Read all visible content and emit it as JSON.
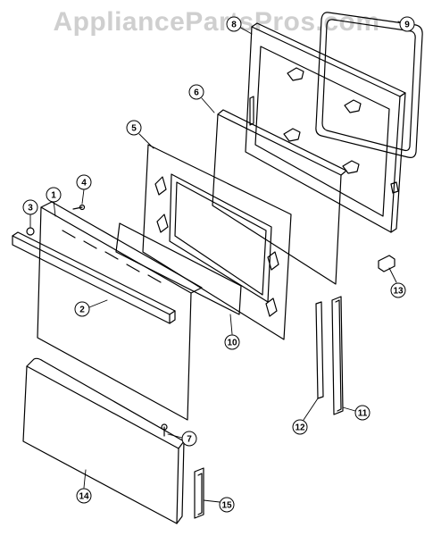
{
  "watermark": "AppliancePartsPros.com",
  "callouts": [
    {
      "id": "1",
      "label": "1"
    },
    {
      "id": "2",
      "label": "2"
    },
    {
      "id": "3",
      "label": "3"
    },
    {
      "id": "4",
      "label": "4"
    },
    {
      "id": "5",
      "label": "5"
    },
    {
      "id": "6",
      "label": "6"
    },
    {
      "id": "7",
      "label": "7"
    },
    {
      "id": "8",
      "label": "8"
    },
    {
      "id": "9",
      "label": "9"
    },
    {
      "id": "10",
      "label": "10"
    },
    {
      "id": "11",
      "label": "11"
    },
    {
      "id": "12",
      "label": "12"
    },
    {
      "id": "13",
      "label": "13"
    },
    {
      "id": "14",
      "label": "14"
    },
    {
      "id": "15",
      "label": "15"
    }
  ]
}
